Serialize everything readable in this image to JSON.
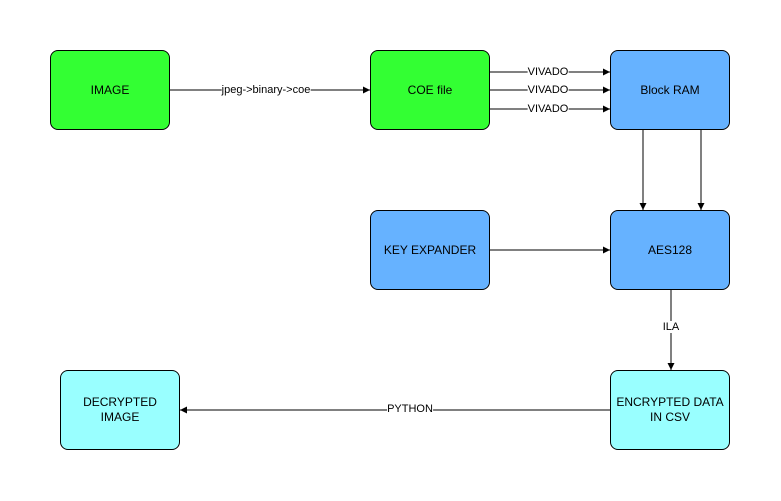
{
  "diagram": {
    "colors": {
      "green": "#33ff33",
      "blue": "#66b2ff",
      "cyan": "#99ffff",
      "stroke": "#000000"
    },
    "nodes": {
      "image": {
        "label": "IMAGE",
        "color": "green"
      },
      "coe": {
        "label": "COE file",
        "color": "green"
      },
      "bram": {
        "label": "Block RAM",
        "color": "blue"
      },
      "keyexp": {
        "label": "KEY EXPANDER",
        "color": "blue"
      },
      "aes": {
        "label": "AES128",
        "color": "blue"
      },
      "enc": {
        "label": "ENCRYPTED DATA IN CSV",
        "color": "cyan"
      },
      "dec": {
        "label": "DECRYPTED IMAGE",
        "color": "cyan"
      }
    },
    "edges": {
      "image_coe": {
        "label": "jpeg->binary->coe"
      },
      "coe_bram_1": {
        "label": "VIVADO"
      },
      "coe_bram_2": {
        "label": "VIVADO"
      },
      "coe_bram_3": {
        "label": "VIVADO"
      },
      "bram_aes_1": {
        "label": ""
      },
      "bram_aes_2": {
        "label": ""
      },
      "key_aes": {
        "label": ""
      },
      "aes_enc": {
        "label": "ILA"
      },
      "enc_dec": {
        "label": "PYTHON"
      }
    }
  }
}
